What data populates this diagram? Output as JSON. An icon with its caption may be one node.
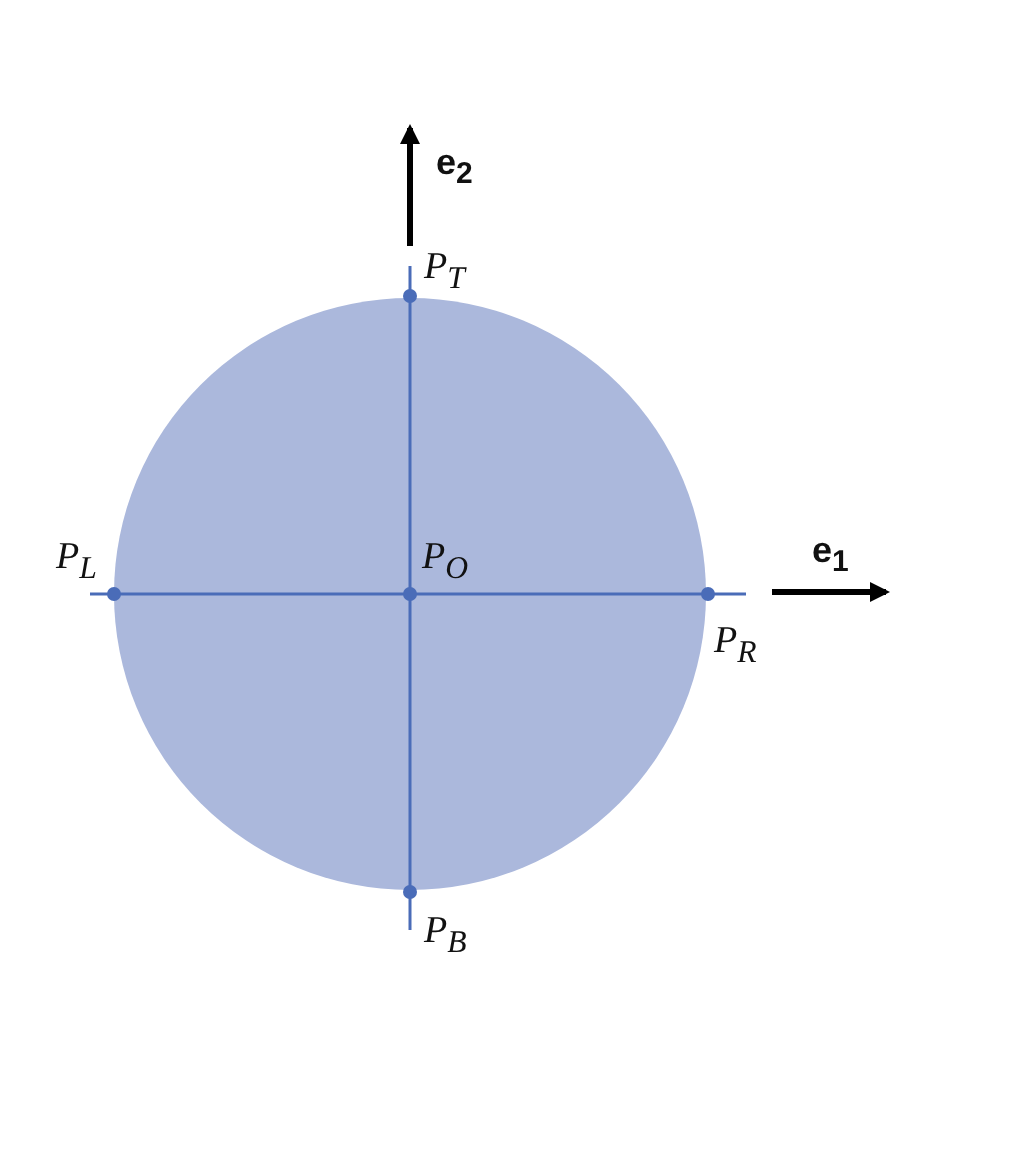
{
  "diagram": {
    "labels": [
      "e$_{2}$",
      "P$_{T}$",
      "P$_{L}$",
      "P$_{O}$",
      "e$_{1}$",
      "P$_{R}$",
      "P$_{B}$"
    ]
  }
}
